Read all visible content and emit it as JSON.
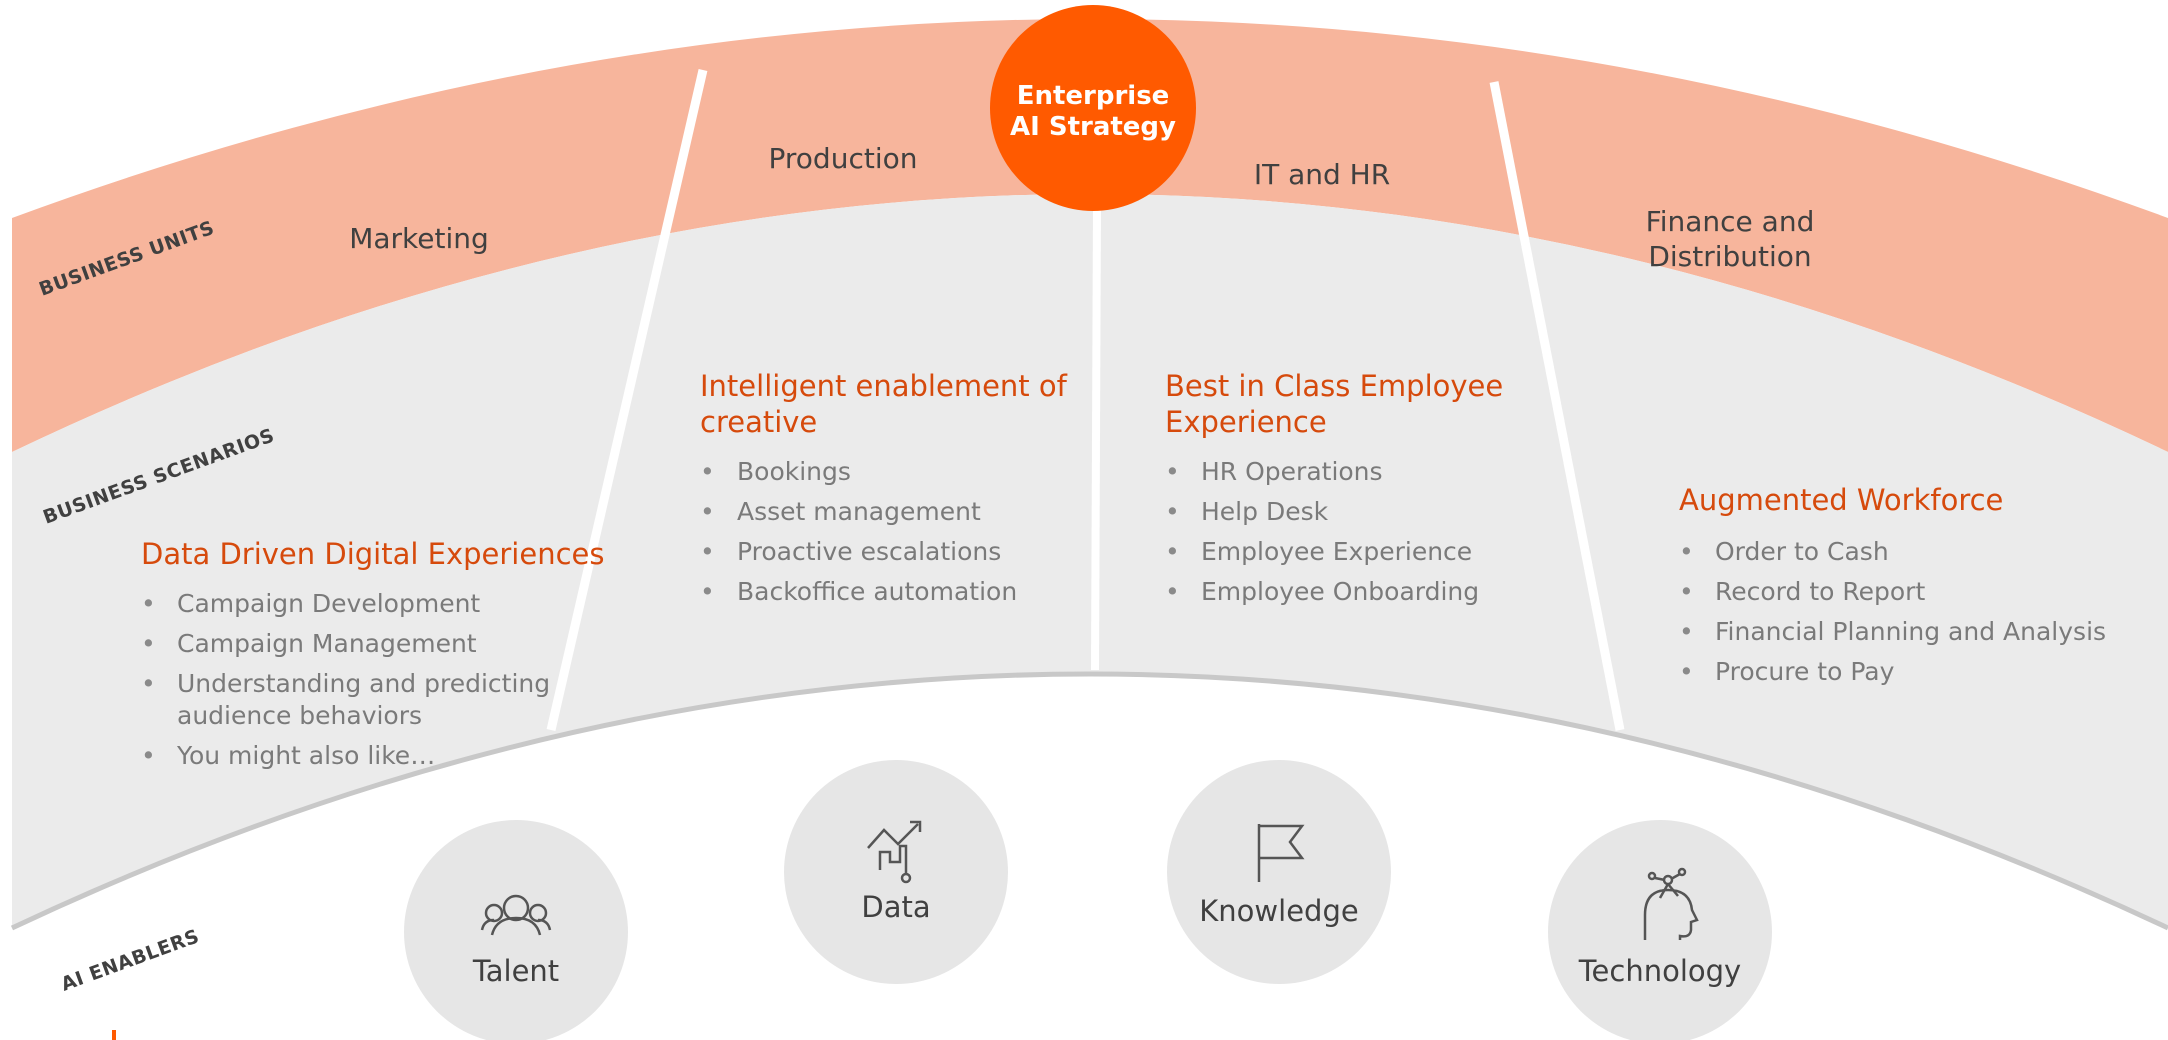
{
  "center": {
    "line1": "Enterprise",
    "line2": "AI Strategy"
  },
  "band_labels": {
    "business_units": "BUSINESS UNITS",
    "business_scenarios": "BUSINESS SCENARIOS",
    "ai_enablers": "AI ENABLERS"
  },
  "business_units": [
    {
      "lines": [
        "Marketing"
      ]
    },
    {
      "lines": [
        "Production"
      ]
    },
    {
      "lines": [
        "IT and HR"
      ]
    },
    {
      "lines": [
        "Finance and",
        "Distribution"
      ]
    }
  ],
  "scenarios": [
    {
      "heading": [
        "Data Driven Digital Experiences"
      ],
      "items": [
        [
          "Campaign Development"
        ],
        [
          "Campaign Management"
        ],
        [
          "Understanding and predicting",
          "audience behaviors"
        ],
        [
          "You might also like…"
        ]
      ]
    },
    {
      "heading": [
        "Intelligent enablement of",
        "creative"
      ],
      "items": [
        [
          "Bookings"
        ],
        [
          "Asset management"
        ],
        [
          "Proactive escalations"
        ],
        [
          "Backoffice automation"
        ]
      ]
    },
    {
      "heading": [
        "Best in Class Employee",
        "Experience"
      ],
      "items": [
        [
          "HR Operations"
        ],
        [
          "Help Desk"
        ],
        [
          "Employee Experience"
        ],
        [
          "Employee Onboarding"
        ]
      ]
    },
    {
      "heading": [
        "Augmented Workforce"
      ],
      "items": [
        [
          "Order to Cash"
        ],
        [
          "Record to Report"
        ],
        [
          "Financial Planning and Analysis"
        ],
        [
          "Procure to Pay"
        ]
      ]
    }
  ],
  "enablers": [
    {
      "label": "Talent",
      "icon": "people-icon"
    },
    {
      "label": "Data",
      "icon": "data-chart-icon"
    },
    {
      "label": "Knowledge",
      "icon": "flag-icon"
    },
    {
      "label": "Technology",
      "icon": "ai-head-icon"
    }
  ],
  "colors": {
    "units_band": "#f7b59c",
    "scenarios_band": "#ebebeb",
    "accent": "#ff5a00",
    "heading": "#d64a0c",
    "enabler_circle": "#e6e6e6"
  }
}
